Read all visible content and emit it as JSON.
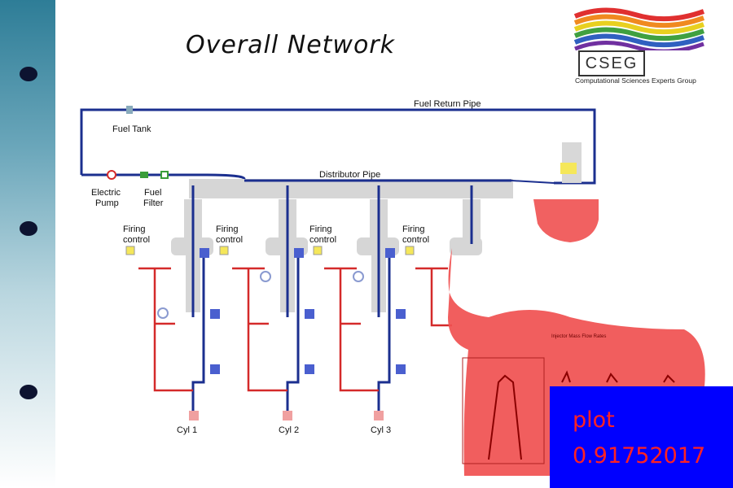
{
  "slide": {
    "title": "Overall Network"
  },
  "logo": {
    "text": "CSEG",
    "subtitle": "Computational Sciences Experts Group"
  },
  "network": {
    "return_pipe": "Fuel Return Pipe",
    "tank": "Fuel Tank",
    "distributor": "Distributor Pipe",
    "pump": [
      "Electric",
      "Pump"
    ],
    "filter": [
      "Fuel",
      "Filter"
    ],
    "firing": [
      "Firing",
      "control"
    ],
    "cylinders": [
      "Cyl 1",
      "Cyl 2",
      "Cyl 3"
    ]
  },
  "inset_plot": {
    "title": "Injector Mass Flow Rates"
  },
  "overlay": {
    "label": "plot",
    "score": "0.91752017"
  },
  "colors": {
    "pipe": "#1b2f8f",
    "signal": "#d42a2a",
    "highlight": "#f05050",
    "overlay_bg": "#0000ff",
    "overlay_text": "#ff2222"
  }
}
